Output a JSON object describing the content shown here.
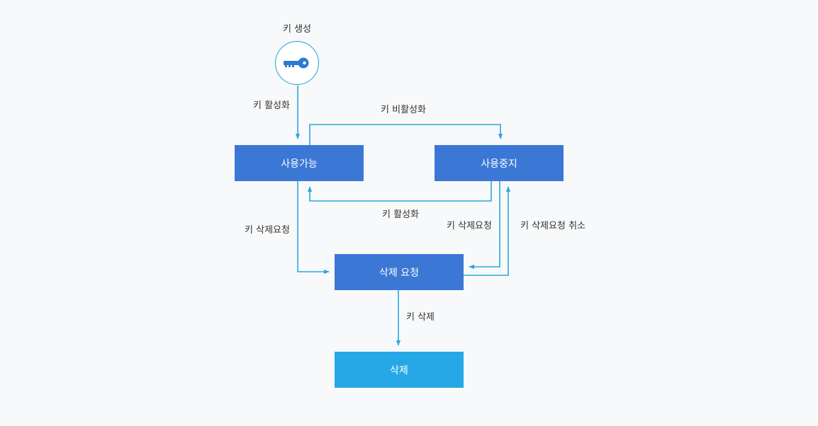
{
  "colors": {
    "box_primary": "#3b78d6",
    "box_final": "#26a8e6",
    "arrow": "#2aa7e0",
    "key_icon": "#2a7bd4",
    "text": "#333333"
  },
  "nodes": {
    "key_create": {
      "label": "키 생성",
      "icon": "key-icon"
    },
    "available": {
      "label": "사용가능"
    },
    "suspended": {
      "label": "사용중지"
    },
    "delete_request": {
      "label": "삭제 요청"
    },
    "deleted": {
      "label": "삭제"
    }
  },
  "edges": {
    "activate_initial": "키 활성화",
    "deactivate": "키 비활성화",
    "reactivate": "키 활성화",
    "request_delete_from_available": "키 삭제요청",
    "request_delete_from_suspended": "키 삭제요청",
    "cancel_delete_request": "키 삭제요청 취소",
    "delete": "키 삭제"
  }
}
